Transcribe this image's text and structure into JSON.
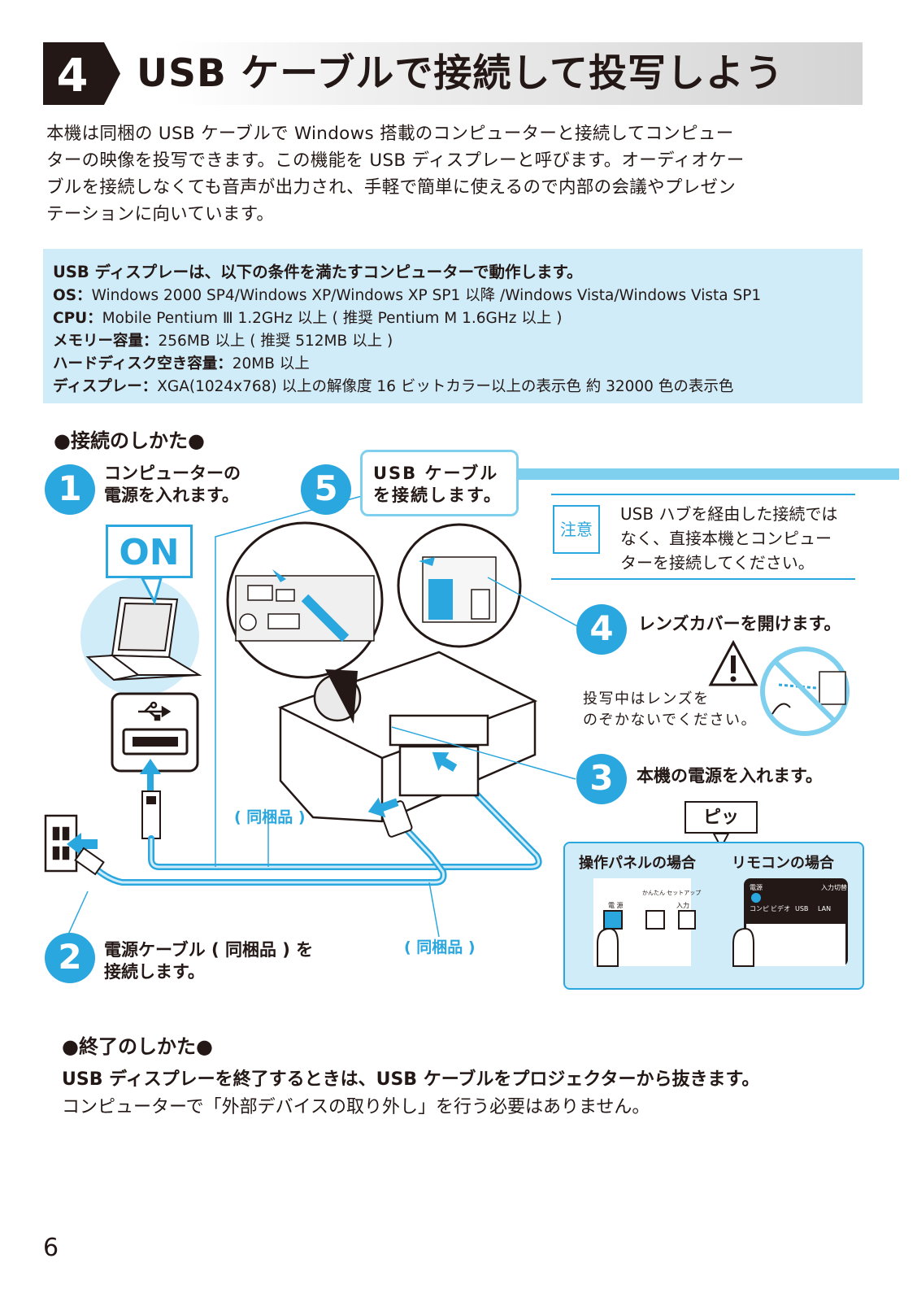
{
  "header": {
    "section_number": "4",
    "title": "USB ケーブルで接続して投写しよう"
  },
  "intro": {
    "lines": [
      "本機は同梱の USB ケーブルで Windows 搭載のコンピューターと接続してコンピュー",
      "ターの映像を投写できます。この機能を USB ディスプレーと呼びます。オーディオケー",
      "ブルを接続しなくても音声が出力され、手軽で簡単に使えるので内部の会議やプレゼン",
      "テーションに向いています。"
    ]
  },
  "requirements": {
    "heading": "USB ディスプレーは、以下の条件を満たすコンピューターで動作します。",
    "rows": [
      {
        "label": "OS：",
        "value": "Windows 2000 SP4/Windows XP/Windows XP SP1 以降 /Windows Vista/Windows Vista SP1"
      },
      {
        "label": "CPU：",
        "value": "Mobile Pentium Ⅲ 1.2GHz 以上 ( 推奨 Pentium M 1.6GHz 以上 )"
      },
      {
        "label": "メモリー容量：",
        "value": "256MB 以上 ( 推奨 512MB 以上 )"
      },
      {
        "label": "ハードディスク空き容量：",
        "value": "20MB 以上"
      },
      {
        "label": "ディスプレー：",
        "value": "XGA(1024x768) 以上の解像度 16 ビットカラー以上の表示色 約 32000 色の表示色"
      }
    ]
  },
  "connect": {
    "heading": "●接続のしかた●",
    "steps": [
      {
        "num": "1",
        "line1": "コンピューターの",
        "line2": "電源を入れます。"
      },
      {
        "num": "2",
        "line1": "電源ケーブル ( 同梱品 ) を",
        "line2": "接続します。"
      },
      {
        "num": "3",
        "line1": "本機の電源を入れます。"
      },
      {
        "num": "4",
        "line1": "レンズカバーを開けます。"
      },
      {
        "num": "5",
        "line1": "USB ケーブル",
        "line2": "を接続します。"
      }
    ],
    "on_label": "ON",
    "bundled_label": "( 同梱品 )",
    "note": {
      "badge": "注意",
      "lines": [
        "USB ハブを経由した接続では",
        "なく、直接本機とコンピュー",
        "ターを接続してください。"
      ]
    },
    "warning": {
      "lines": [
        "投写中はレンズを",
        "のぞかないでください。"
      ]
    },
    "beep": "ピッ",
    "panel": {
      "left_label": "操作パネルの場合",
      "right_label": "リモコンの場合",
      "panel_buttons": {
        "power": "電 源",
        "easy_setup": "かんたん セットアップ",
        "input": "入力"
      },
      "remote_buttons": {
        "power": "電源",
        "input": "入力切替",
        "computer": "コンピ",
        "video": "ビデオ",
        "usb": "USB",
        "lan": "LAN"
      }
    },
    "colors": {
      "accent": "#2aa7de",
      "light_bg": "#d0ecf9"
    }
  },
  "end": {
    "heading": "●終了のしかた●",
    "line1": "USB ディスプレーを終了するときは、USB ケーブルをプロジェクターから抜きます。",
    "line2": "コンピューターで「外部デバイスの取り外し」を行う必要はありません。"
  },
  "page_number": "6"
}
